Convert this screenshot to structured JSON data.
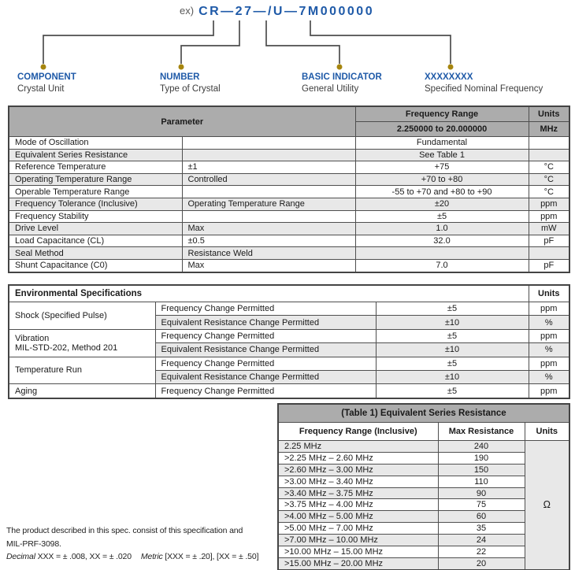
{
  "colors": {
    "accent_blue": "#1f5aa8",
    "marker_gold": "#a6850f",
    "table_header_gray": "#acacac",
    "row_stripe_gray": "#e8e8e8",
    "line_gray": "#4d4d4d"
  },
  "example_header": {
    "prefix": "ex)",
    "code": "CR—27—/U—7M000000"
  },
  "callouts": [
    {
      "title": "COMPONENT",
      "subtitle": "Crystal Unit"
    },
    {
      "title": "NUMBER",
      "subtitle": "Type of Crystal"
    },
    {
      "title": "BASIC INDICATOR",
      "subtitle": "General Utility"
    },
    {
      "title": "XXXXXXXX",
      "subtitle": "Specified Nominal Frequency"
    }
  ],
  "param_table": {
    "header": {
      "parameter": "Parameter",
      "freq_range": "Frequency Range",
      "freq_range_value": "2.250000 to 20.000000",
      "units": "Units",
      "units_value": "MHz"
    },
    "rows": [
      [
        "Mode of Oscillation",
        "",
        "Fundamental",
        ""
      ],
      [
        "Equivalent Series Resistance",
        "",
        "See Table 1",
        ""
      ],
      [
        "Reference Temperature",
        "±1",
        "+75",
        "°C"
      ],
      [
        "Operating Temperature Range",
        "Controlled",
        "+70 to +80",
        "°C"
      ],
      [
        "Operable Temperature Range",
        "",
        "-55 to +70 and +80 to +90",
        "°C"
      ],
      [
        "Frequency Tolerance (Inclusive)",
        "Operating Temperature Range",
        "±20",
        "ppm"
      ],
      [
        "Frequency Stability",
        "",
        "±5",
        "ppm"
      ],
      [
        "Drive Level",
        "Max",
        "1.0",
        "mW"
      ],
      [
        "Load Capacitance (CL)",
        "±0.5",
        "32.0",
        "pF"
      ],
      [
        "Seal Method",
        "Resistance Weld",
        "",
        ""
      ],
      [
        "Shunt Capacitance (C0)",
        "Max",
        "7.0",
        "pF"
      ]
    ]
  },
  "env_table": {
    "title": "Environmental Specifications",
    "units_header": "Units",
    "groups": [
      {
        "label": "Shock (Specified Pulse)",
        "label2": "",
        "rows": [
          [
            "Frequency Change Permitted",
            "±5",
            "ppm"
          ],
          [
            "Equivalent Resistance Change Permitted",
            "±10",
            "%"
          ]
        ]
      },
      {
        "label": "Vibration",
        "label2": "MIL-STD-202, Method 201",
        "rows": [
          [
            "Frequency Change Permitted",
            "±5",
            "ppm"
          ],
          [
            "Equivalent Resistance Change Permitted",
            "±10",
            "%"
          ]
        ]
      },
      {
        "label": "Temperature Run",
        "label2": "",
        "rows": [
          [
            "Frequency Change Permitted",
            "±5",
            "ppm"
          ],
          [
            "Equivalent Resistance Change Permitted",
            "±10",
            "%"
          ]
        ]
      },
      {
        "label": "Aging",
        "label2": "",
        "rows": [
          [
            "Frequency Change Permitted",
            "±5",
            "ppm"
          ]
        ]
      }
    ]
  },
  "esr_table": {
    "title": "(Table 1) Equivalent Series Resistance",
    "headers": [
      "Frequency Range (Inclusive)",
      "Max Resistance",
      "Units"
    ],
    "units_value": "Ω",
    "rows": [
      [
        "2.25 MHz",
        "240"
      ],
      [
        ">2.25 MHz – 2.60 MHz",
        "190"
      ],
      [
        ">2.60 MHz – 3.00 MHz",
        "150"
      ],
      [
        ">3.00 MHz – 3.40 MHz",
        "110"
      ],
      [
        ">3.40 MHz – 3.75 MHz",
        "90"
      ],
      [
        ">3.75 MHz – 4.00 MHz",
        "75"
      ],
      [
        ">4.00 MHz – 5.00 MHz",
        "60"
      ],
      [
        ">5.00 MHz – 7.00 MHz",
        "35"
      ],
      [
        ">7.00 MHz – 10.00 MHz",
        "24"
      ],
      [
        ">10.00 MHz – 15.00 MHz",
        "22"
      ],
      [
        ">15.00 MHz – 20.00 MHz",
        "20"
      ]
    ]
  },
  "footnote": {
    "line1": "The product described in this spec. consist of this specification and",
    "line2": "MIL-PRF-3098.",
    "decimal_label": "Decimal",
    "decimal_text": " XXX = ± .008, XX = ± .020",
    "metric_label": "Metric",
    "metric_text": " [XXX = ± .20], [XX = ± .50]"
  }
}
